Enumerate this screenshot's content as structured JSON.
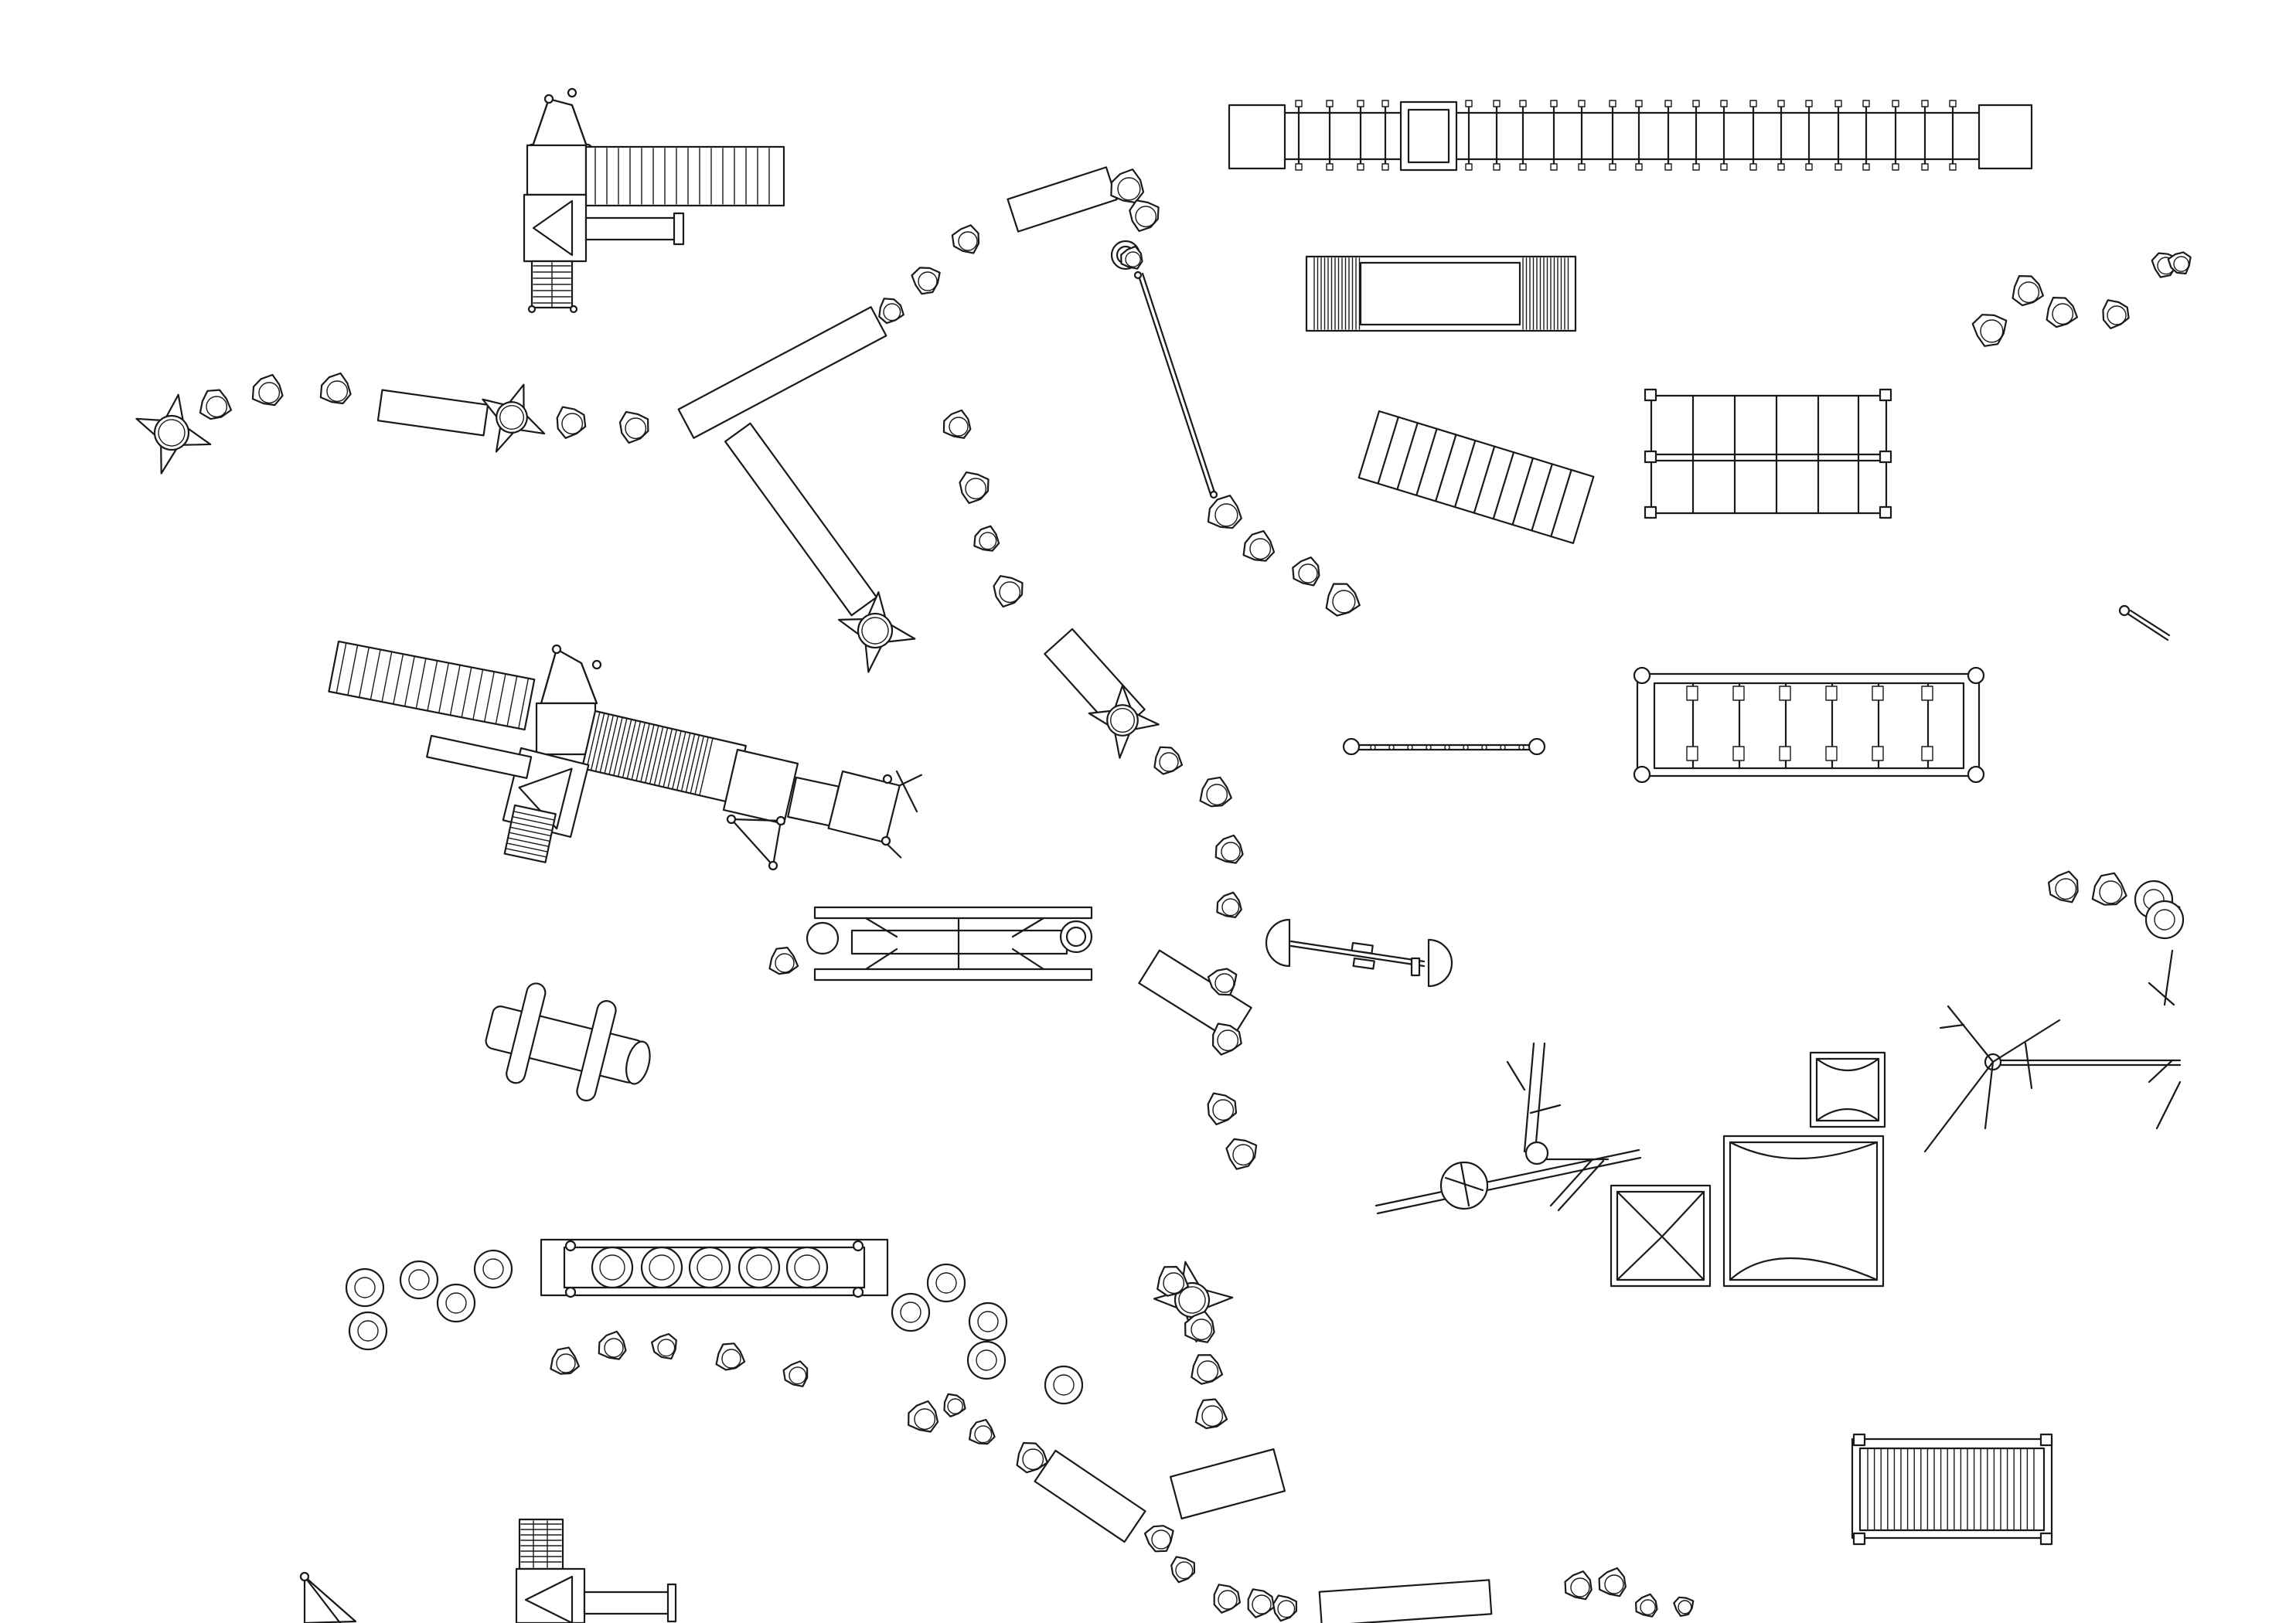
{
  "drawing": {
    "type": "playground equipment plan (CAD line drawing)",
    "background": "#ffffff",
    "stroke_color": "#1a1a1a",
    "printed_text": []
  },
  "symbols": [
    "play-tower-with-slide-and-ladder-bridge",
    "stepping-stone-path",
    "balance-beam",
    "spiked-stump",
    "long-rail-bridge",
    "wooden-slat-bridge",
    "horizontal-ladder",
    "climbing-grid-frame",
    "rope-traverse",
    "play-tower-with-tube-bridge",
    "rope-swing",
    "bench-table",
    "see-saw",
    "log-seat",
    "net-climber-branch",
    "shade-canopy",
    "tyre-bridge",
    "tyre-stepping-path",
    "slatted-bridge",
    "tree-climber"
  ]
}
